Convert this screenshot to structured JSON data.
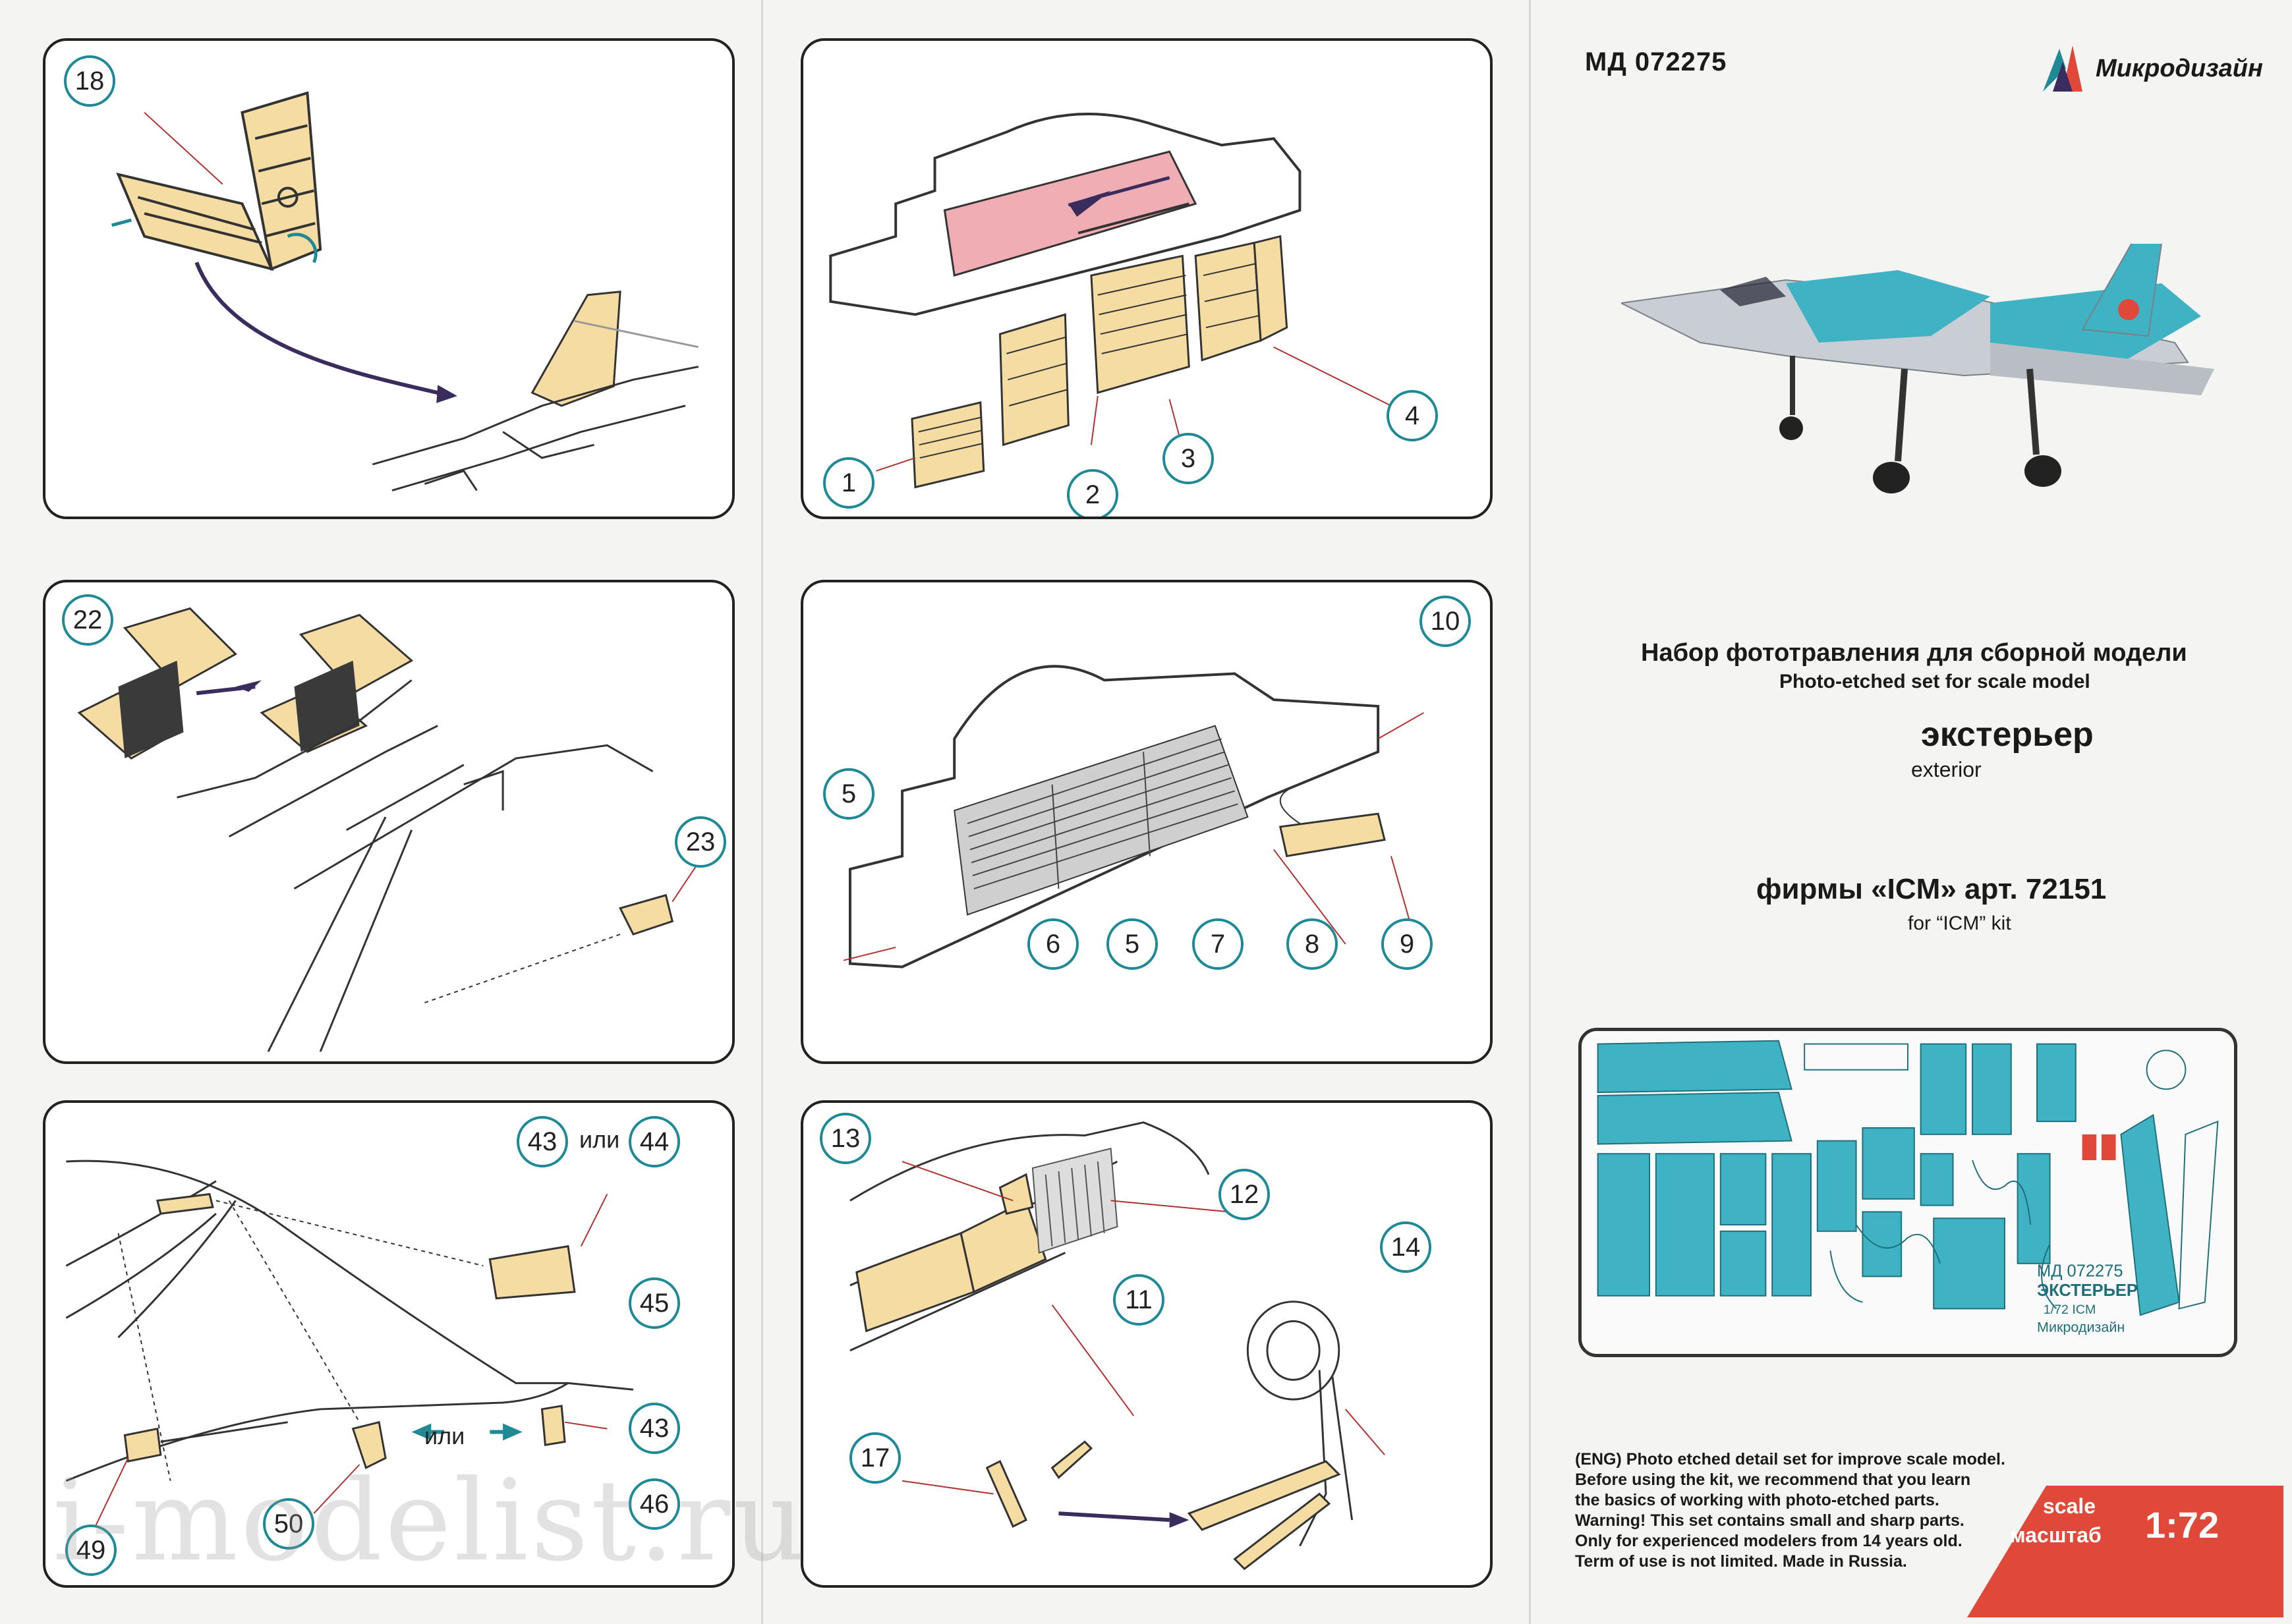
{
  "header": {
    "code": "МД 072275",
    "brand": "Микродизайн"
  },
  "title": {
    "ru": "Набор фототравления для сборной модели",
    "en": "Photo-etched set for scale model",
    "subject_ru": "экстерьер",
    "subject_en": "exterior",
    "kit_ru": "фирмы «ICM» арт. 72151",
    "kit_en": "for “ICM” kit"
  },
  "panels": {
    "p1": {
      "steps": [
        "18"
      ]
    },
    "p2": {
      "steps": [
        "1",
        "2",
        "3",
        "4"
      ]
    },
    "p3": {
      "steps": [
        "22",
        "23"
      ]
    },
    "p4": {
      "steps": [
        "10",
        "5",
        "6",
        "5",
        "7",
        "8",
        "9"
      ]
    },
    "p5": {
      "steps": [
        "43",
        "44",
        "45",
        "43",
        "46",
        "49",
        "50"
      ],
      "or_label": "или"
    },
    "p6": {
      "steps": [
        "13",
        "12",
        "11",
        "14",
        "17"
      ]
    }
  },
  "notes": [
    "(ENG) Photo etched detail set for improve scale model.",
    "Before using the kit, we recommend that you learn",
    "the basics of working with photo-etched parts.",
    "Warning! This set contains small and sharp parts.",
    "Only for experienced modelers from 14 years old.",
    "Term of use is not limited. Made in Russia."
  ],
  "scale": {
    "label_en": "scale",
    "label_ru": "масштаб",
    "value": "1:72"
  },
  "fret_labels": {
    "code": "МД 072275",
    "name": "ЭКСТЕРЬЕР",
    "scale": "1/72  ICM",
    "brand": "Микродизайн"
  },
  "watermark": "i-modelist.ru",
  "colors": {
    "accent": "#1f8a96",
    "part_fill": "#f5dca2",
    "fret_teal": "#3fb3c4",
    "arrow": "#3a2d5e",
    "scale_red": "#e0493a"
  }
}
